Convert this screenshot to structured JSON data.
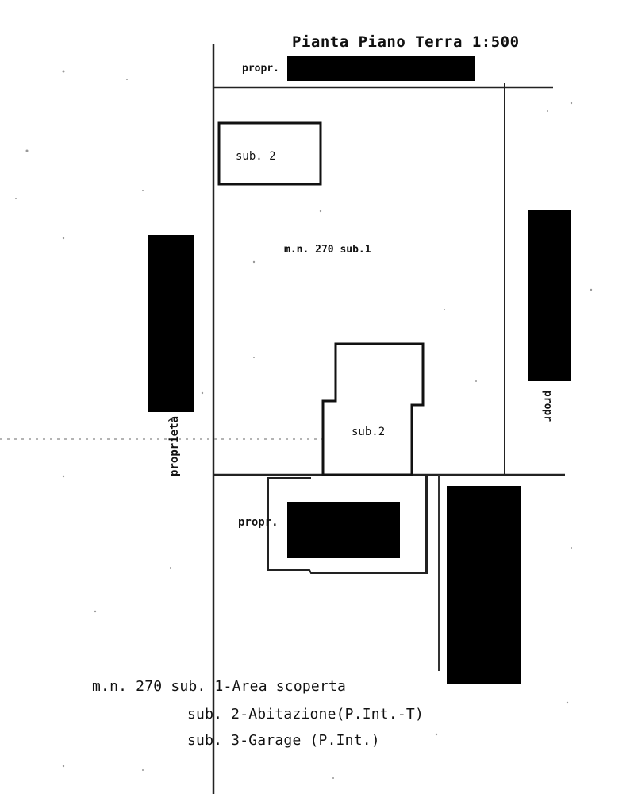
{
  "document": {
    "title": "Pianta Piano Terra 1:500",
    "labels": {
      "propr_top": "propr.",
      "propr_bottom": "propr.",
      "proprieta_left": "proprietà",
      "propr_right": "propr",
      "sub2_garden": "sub. 2",
      "parcel": "m.n. 270 sub.1",
      "sub2_house": "sub.2"
    },
    "legend": {
      "line1": "m.n. 270 sub. 1-Area scoperta",
      "line2": "sub. 2-Abitazione(P.Int.-T)",
      "line3": "sub. 3-Garage (P.Int.)"
    },
    "colors": {
      "ink": "#111111",
      "paper": "#ffffff",
      "redaction": "#000000"
    }
  }
}
